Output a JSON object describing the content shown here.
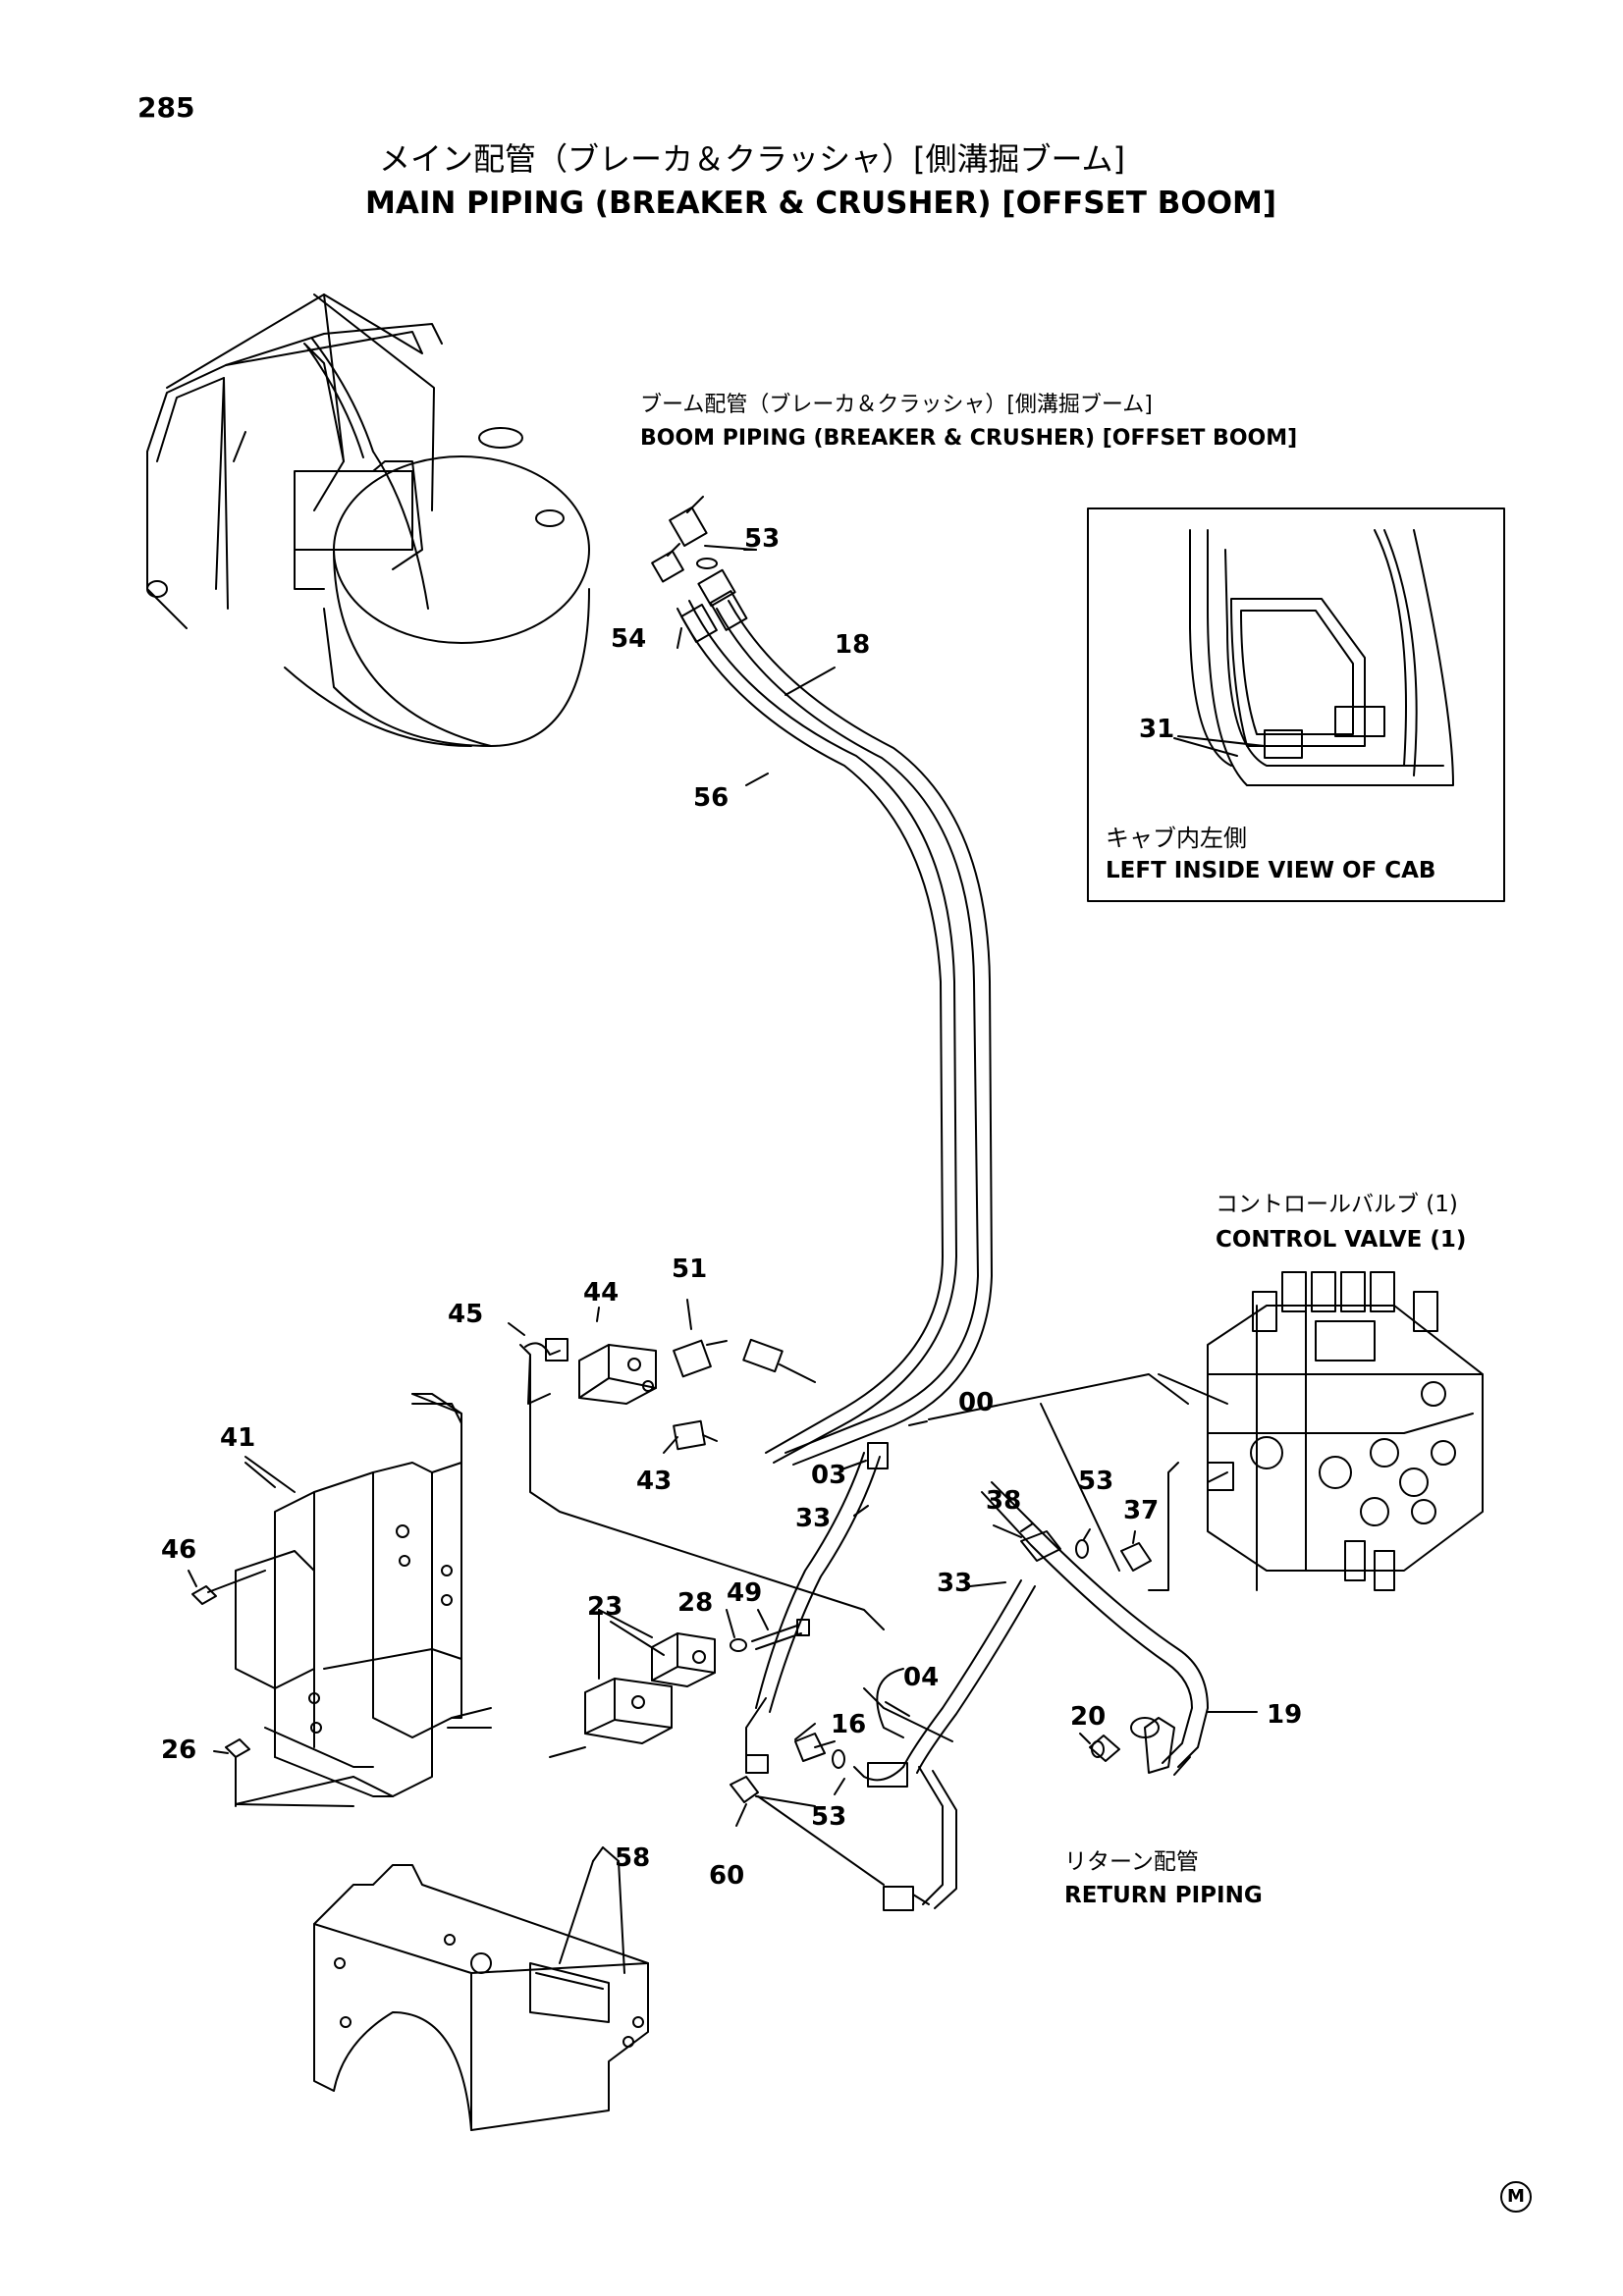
{
  "page": {
    "number": "285",
    "title_jp": "メイン配管（ブレーカ＆クラッシャ）[側溝掘ブーム]",
    "title_en": "MAIN  PIPING  (BREAKER & CRUSHER) [OFFSET  BOOM]"
  },
  "labels": {
    "boom_piping_jp": "ブーム配管（ブレーカ＆クラッシャ）[側溝掘ブーム]",
    "boom_piping_en": "BOOM  PIPING  (BREAKER & CRUSHER) [OFFSET  BOOM]",
    "cab_view_jp": "キャブ内左側",
    "cab_view_en": "LEFT  INSIDE  VIEW  OF  CAB",
    "control_valve_jp": "コントロールバルブ  (1)",
    "control_valve_en": "CONTROL  VALVE  (1)",
    "return_piping_jp": "リターン配管",
    "return_piping_en": "RETURN  PIPING",
    "corner_mark": "M"
  },
  "callouts": {
    "c53a": "53",
    "c54": "54",
    "c18": "18",
    "c56": "56",
    "c31": "31",
    "c51": "51",
    "c44": "44",
    "c45": "45",
    "c00": "00",
    "c41": "41",
    "c43": "43",
    "c03": "03",
    "c33a": "33",
    "c38": "38",
    "c53b": "53",
    "c37": "37",
    "c46": "46",
    "c33b": "33",
    "c23": "23",
    "c28": "28",
    "c49": "49",
    "c04": "04",
    "c16": "16",
    "c20": "20",
    "c19": "19",
    "c26": "26",
    "c53c": "53",
    "c60": "60",
    "c58": "58"
  }
}
